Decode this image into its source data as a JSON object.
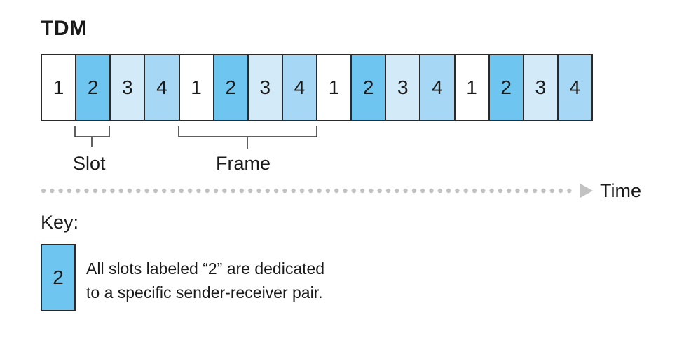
{
  "title": "TDM",
  "slots": [
    "1",
    "2",
    "3",
    "4",
    "1",
    "2",
    "3",
    "4",
    "1",
    "2",
    "3",
    "4",
    "1",
    "2",
    "3",
    "4"
  ],
  "slot_colors": {
    "1": "#ffffff",
    "2": "#6ec6f0",
    "3": "#d3ebf9",
    "4": "#a6d8f5"
  },
  "labels": {
    "slot": "Slot",
    "frame": "Frame",
    "time": "Time"
  },
  "key": {
    "title": "Key:",
    "box_label": "2",
    "line1": "All slots labeled “2” are dedicated",
    "line2": "to a specific sender-receiver pair."
  }
}
